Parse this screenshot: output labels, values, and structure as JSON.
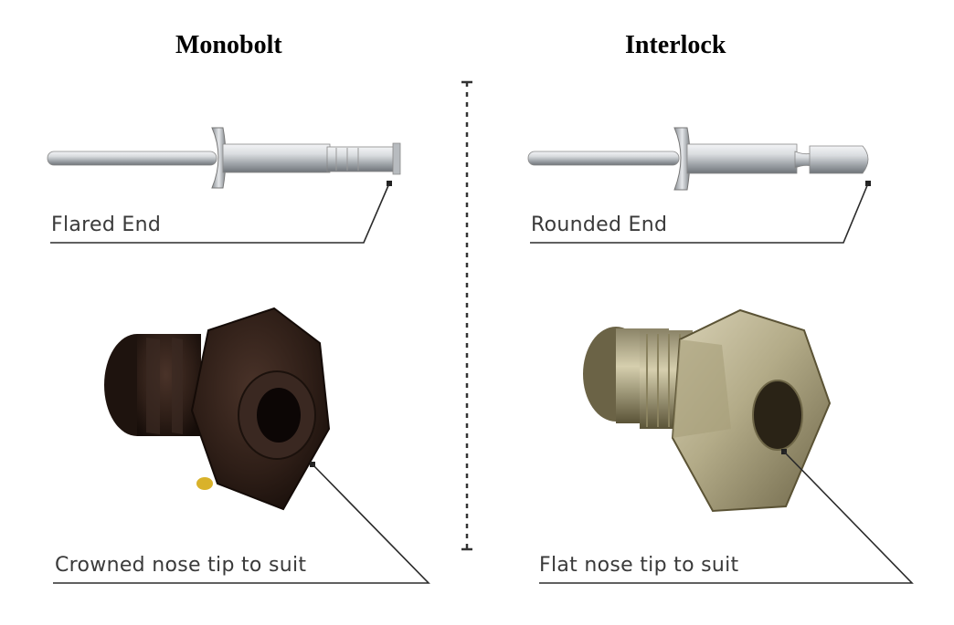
{
  "columns": [
    {
      "title": "Monobolt",
      "end_label": "Flared End",
      "nose_label": "Crowned nose tip to suit"
    },
    {
      "title": "Interlock",
      "end_label": "Rounded End",
      "nose_label": "Flat nose tip to suit"
    }
  ],
  "colors": {
    "rivet_metal": "#c9ccd0",
    "monobolt_nose": "#2e1e17",
    "interlock_nose": "#b3ab88",
    "leader_line": "#2b2b2b"
  }
}
